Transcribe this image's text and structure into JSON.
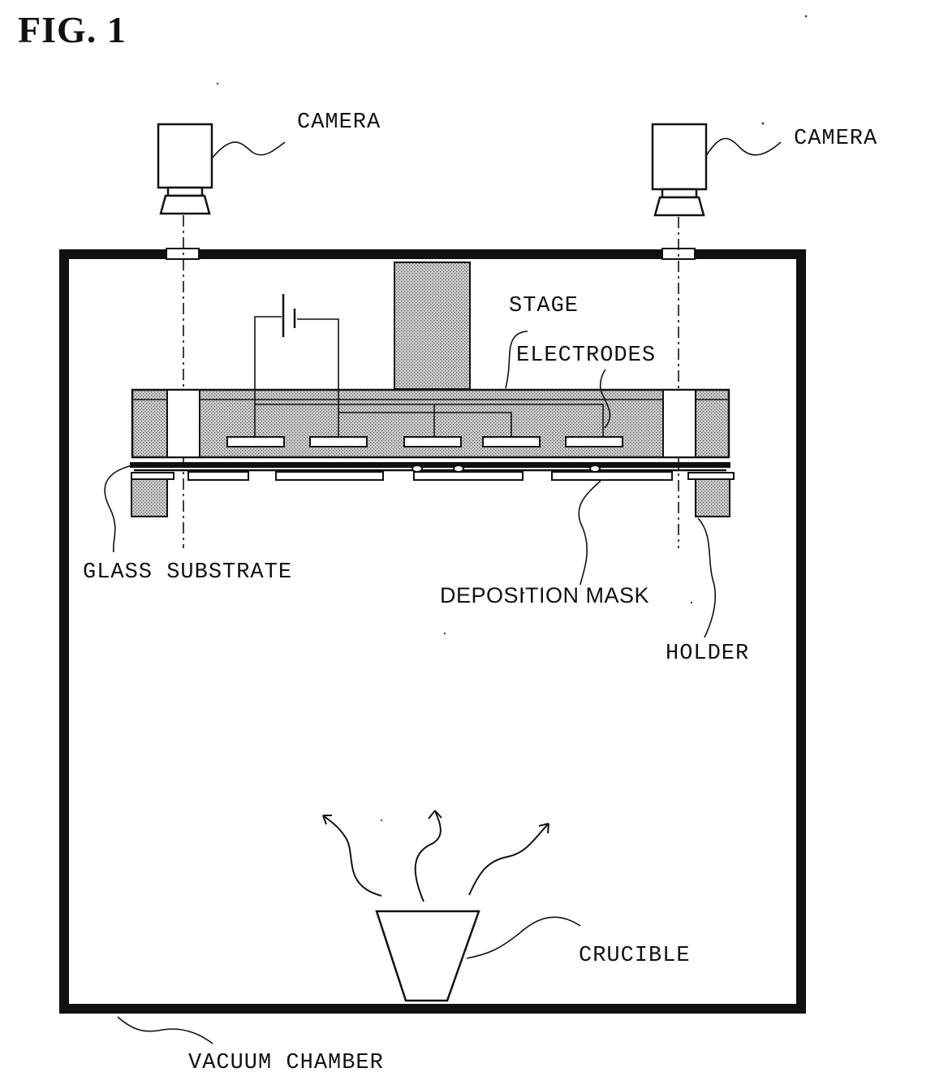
{
  "figure": {
    "title": "FIG. 1"
  },
  "labels": {
    "camera_left": "CAMERA",
    "camera_right": "CAMERA",
    "stage": "STAGE",
    "electrodes": "ELECTRODES",
    "glass_substrate": "GLASS SUBSTRATE",
    "deposition_mask": "DEPOSITION MASK",
    "holder": "HOLDER",
    "crucible": "CRUCIBLE",
    "vacuum_chamber": "VACUUM CHAMBER"
  },
  "colors": {
    "line": "#111111",
    "fill_stipple": "#b8b8b8",
    "background": "#ffffff"
  }
}
